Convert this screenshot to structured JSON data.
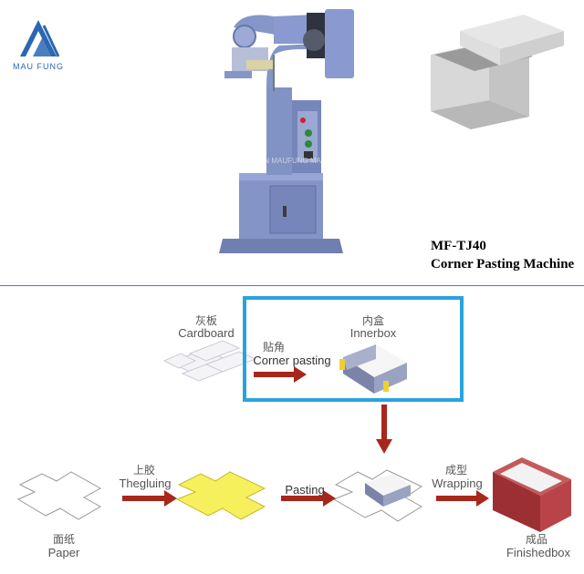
{
  "brand": {
    "name": "MAU FUNG",
    "color": "#2b67b3"
  },
  "watermark": "DONGGUAN MAUFUNG MACHINERY CO.,LTD",
  "product": {
    "model": "MF-TJ40",
    "name": "Corner Pasting Machine"
  },
  "colors": {
    "accent_frame": "#2aa3dd",
    "arrow": "#a8271b",
    "machine": "#7f8fc0",
    "glue": "#f6f05c",
    "finished_box": "#a83a3a"
  },
  "process": {
    "cardboard": {
      "cn": "灰板",
      "en": "Cardboard"
    },
    "corner_pasting": {
      "cn": "贴角",
      "en": "Corner pasting"
    },
    "innerbox": {
      "cn": "内盒",
      "en": "Innerbox"
    },
    "gluing": {
      "cn": "上胶",
      "en": "Thegluing"
    },
    "pasting": {
      "en": "Pasting"
    },
    "wrapping": {
      "cn": "成型",
      "en": "Wrapping"
    },
    "paper": {
      "cn": "面纸",
      "en": "Paper"
    },
    "finished": {
      "cn": "成品",
      "en": "Finishedbox"
    }
  }
}
